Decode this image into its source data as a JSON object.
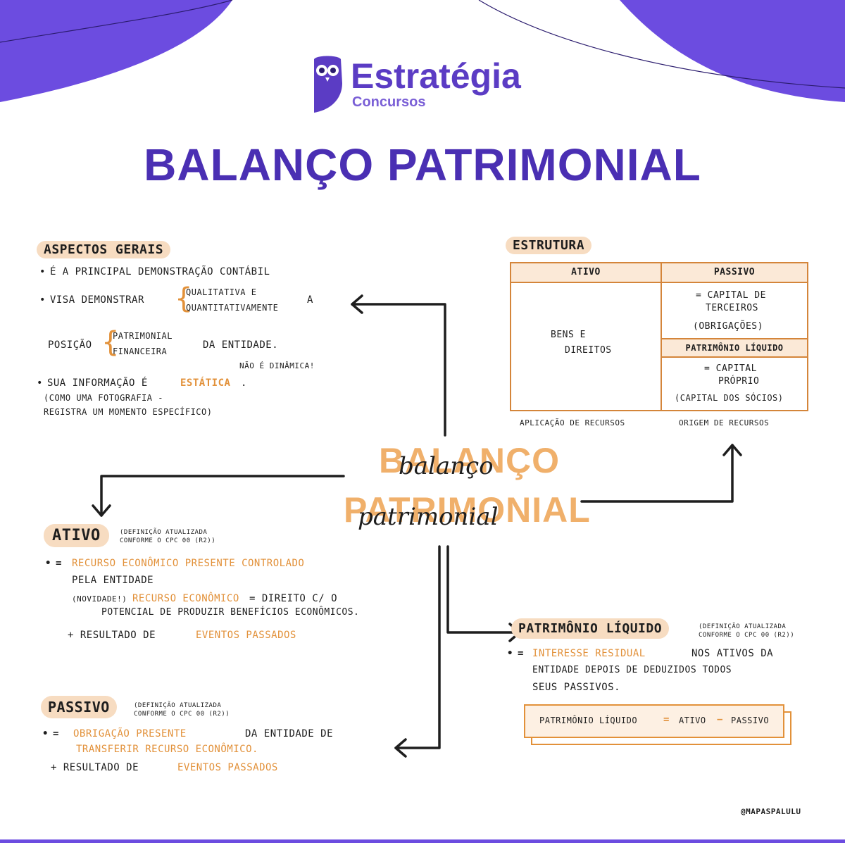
{
  "colors": {
    "brand_purple": "#5b3cc4",
    "light_purple": "#6c4ce0",
    "orange": "#e2913a",
    "peach": "#f7dcc1",
    "ink": "#1e1e1e"
  },
  "brand": {
    "logo_icon": "owl-icon",
    "name": "Estratégia",
    "subtitle": "Concursos"
  },
  "title": "BALANÇO PATRIMONIAL",
  "center": {
    "line1": "BALANÇO",
    "line2": "PATRIMONIAL",
    "script1": "balanço",
    "script2": "patrimonial"
  },
  "aspectos": {
    "heading": "ASPECTOS GERAIS",
    "item1": "É A PRINCIPAL DEMONSTRAÇÃO CONTÁBIL",
    "item2_prefix": "VISA DEMONSTRAR",
    "item2_opt1": "QUALITATIVA E",
    "item2_opt2": "QUANTITATIVAMENTE",
    "item2_suffix": "A",
    "pos_prefix": "POSIÇÃO",
    "pos_opt1": "PATRIMONIAL",
    "pos_opt2": "FINANCEIRA",
    "pos_suffix": "DA ENTIDADE.",
    "item3_prefix": "SUA INFORMAÇÃO É",
    "item3_highlight": "ESTÁTICA",
    "item3_dot": ".",
    "item3_note": "NÃO É DINÂMICA!",
    "item3_paren1": "(COMO UMA FOTOGRAFIA -",
    "item3_paren2": "REGISTRA UM MOMENTO ESPECÍFICO)"
  },
  "estrutura": {
    "heading": "ESTRUTURA",
    "col_ativo": "ATIVO",
    "col_passivo": "PASSIVO",
    "bens1": "BENS E",
    "bens2": "DIREITOS",
    "cap_terc1": "= CAPITAL DE",
    "cap_terc2": "TERCEIROS",
    "obrig": "(OBRIGAÇÕES)",
    "pl_head": "PATRIMÔNIO LÍQUIDO",
    "cap_prop1": "= CAPITAL",
    "cap_prop2": "PRÓPRIO",
    "cap_socios": "(CAPITAL DOS SÓCIOS)",
    "foot_left": "APLICAÇÃO DE RECURSOS",
    "foot_right": "ORIGEM DE RECURSOS"
  },
  "ativo": {
    "heading": "ATIVO",
    "def_note1": "(DEFINIÇÃO ATUALIZADA",
    "def_note2": "CONFORME O CPC 00 (R2))",
    "line1_eq": "=",
    "line1": "RECURSO ECONÔMICO PRESENTE CONTROLADO",
    "line2": "PELA ENTIDADE",
    "novidade": "(NOVIDADE!)",
    "rec_econ": "RECURSO ECONÔMICO",
    "rec_eq": "= DIREITO C/ O",
    "rec_line2": "POTENCIAL DE PRODUZIR BENEFÍCIOS ECONÔMICOS.",
    "plus": "+ RESULTADO DE",
    "eventos": "EVENTOS PASSADOS"
  },
  "passivo": {
    "heading": "PASSIVO",
    "def_note1": "(DEFINIÇÃO ATUALIZADA",
    "def_note2": "CONFORME O CPC 00 (R2))",
    "eq": "=",
    "obrig": "OBRIGAÇÃO PRESENTE",
    "line1_rest": "DA ENTIDADE DE",
    "transf": "TRANSFERIR RECURSO ECONÔMICO.",
    "plus": "+ RESULTADO DE",
    "eventos": "EVENTOS PASSADOS"
  },
  "pl": {
    "heading": "PATRIMÔNIO LÍQUIDO",
    "def_note1": "(DEFINIÇÃO ATUALIZADA",
    "def_note2": "CONFORME O CPC 00 (R2))",
    "eq": "=",
    "interesse": "INTERESSE RESIDUAL",
    "line1_rest": "NOS ATIVOS DA",
    "line2": "ENTIDADE DEPOIS DE DEDUZIDOS TODOS",
    "line3": "SEUS PASSIVOS.",
    "formula_pl": "PATRIMÔNIO LÍQUIDO",
    "formula_eq": "=",
    "formula_ativo": "ATIVO",
    "formula_minus": "−",
    "formula_passivo": "PASSIVO"
  },
  "credit": "@MAPASPALULU"
}
